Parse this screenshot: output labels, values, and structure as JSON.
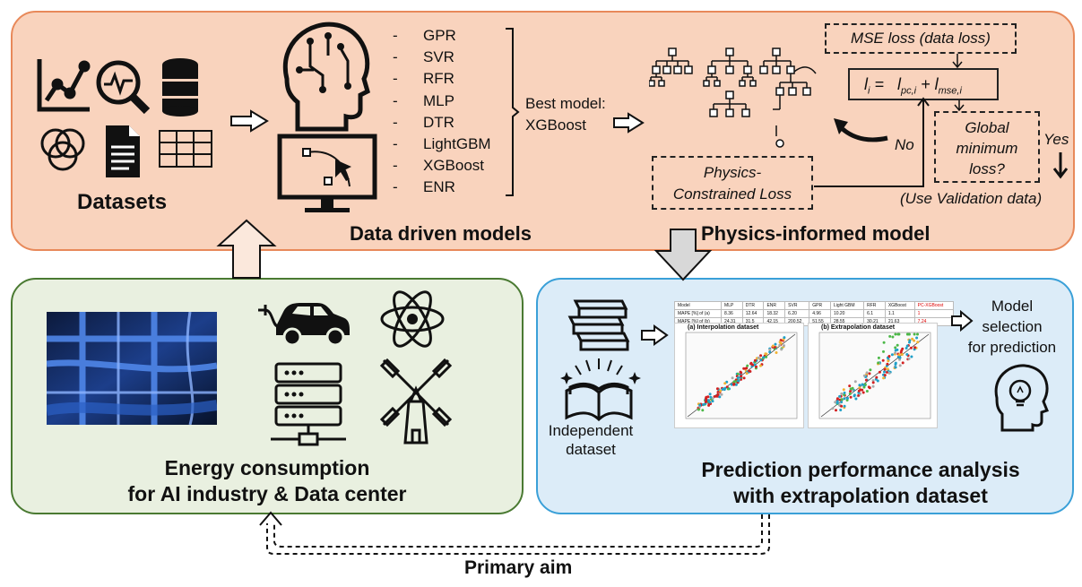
{
  "top_panel": {
    "datasets_label": "Datasets",
    "models": [
      "GPR",
      "SVR",
      "RFR",
      "MLP",
      "DTR",
      "LightGBM",
      "XGBoost",
      "ENR"
    ],
    "best_model_line1": "Best model:",
    "best_model_line2": "XGBoost",
    "data_driven_label": "Data driven models",
    "physics_label": "Physics-informed model",
    "mse_box": "MSE loss (data loss)",
    "equation": {
      "lhs": "l",
      "lhs_sub": "i",
      "eq": " = ",
      "t1": "l",
      "t1_sub": "pc,i",
      "plus": " + ",
      "t2": "l",
      "t2_sub": "mse,i"
    },
    "global_box_line1": "Global",
    "global_box_line2": "minimum",
    "global_box_line3": "loss?",
    "yes_label": "Yes",
    "no_label": "No",
    "physics_box_line1": "Physics-",
    "physics_box_line2": "Constrained Loss",
    "validation_label": "(Use Validation data)"
  },
  "left_panel": {
    "title_line1": "Energy consumption",
    "title_line2": "for AI industry & Data center"
  },
  "right_panel": {
    "independent_line1": "Independent",
    "independent_line2": "dataset",
    "table_header": [
      "Model",
      "MLP",
      "DTR",
      "ENR",
      "SVR",
      "GPR",
      "Light GBM",
      "RFR",
      "XGBoost",
      "PC-XGBoost"
    ],
    "table_row1": [
      "MAPE [%] of (a)",
      "8.36",
      "12.64",
      "18.32",
      "6.20",
      "4.96",
      "10.20",
      "6.1",
      "1.1",
      "1"
    ],
    "table_row2": [
      "MAPE [%] of (b)",
      "24.31",
      "31.5",
      "42.15",
      "200.52",
      "51.55",
      "28.55",
      "30.21",
      "21.63",
      "7.24"
    ],
    "chart_a_title": "(a) Interpolation dataset",
    "chart_b_title": "(b) Extrapolation dataset",
    "model_sel_line1": "Model",
    "model_sel_line2": "selection",
    "model_sel_line3": "for prediction",
    "title_line1": "Prediction performance analysis",
    "title_line2": "with extrapolation dataset"
  },
  "primary_aim": "Primary aim",
  "colors": {
    "top_fill": "#f9d3bd",
    "top_border": "#e8895a",
    "left_fill": "#e9f0e0",
    "left_border": "#4a7a32",
    "right_fill": "#dcecf8",
    "right_border": "#3aa0d8"
  }
}
